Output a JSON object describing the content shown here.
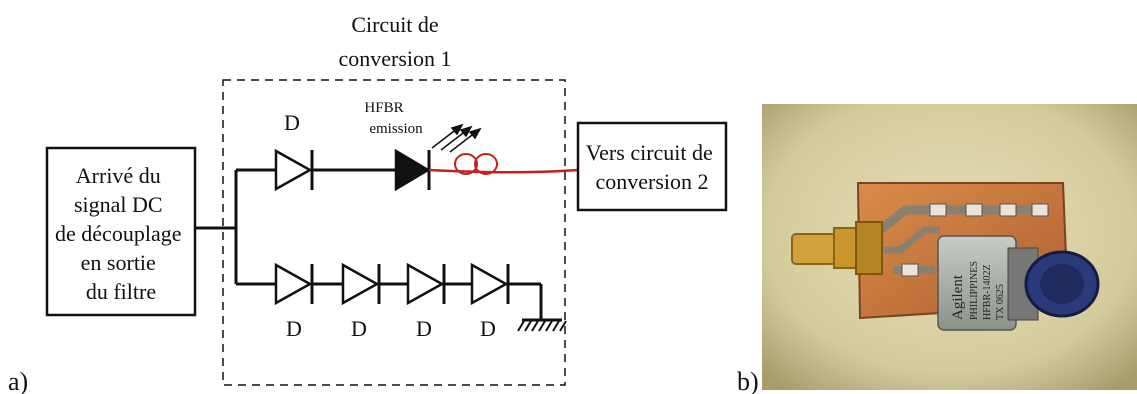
{
  "figure": {
    "panel_a_label": "a)",
    "panel_b_label": "b)",
    "circuit_title_line1": "Circuit de",
    "circuit_title_line2": "conversion 1",
    "input_box_lines": [
      "Arrivé du",
      "signal DC",
      "de découplage",
      "en sortie",
      "du filtre"
    ],
    "output_box_lines": [
      "Vers circuit de",
      "conversion 2"
    ],
    "hfbr_label_line1": "HFBR",
    "hfbr_label_line2": "emission",
    "diode_label": "D",
    "photo_text": {
      "brand": "Agilent",
      "origin": "PHILIPPINES",
      "part": "HFBR-1402Z",
      "code": "TX 0625"
    },
    "colors": {
      "fiber": "#c41e1e",
      "pcb": "#c8783c",
      "photo_bg": "#d9d2a8"
    }
  }
}
